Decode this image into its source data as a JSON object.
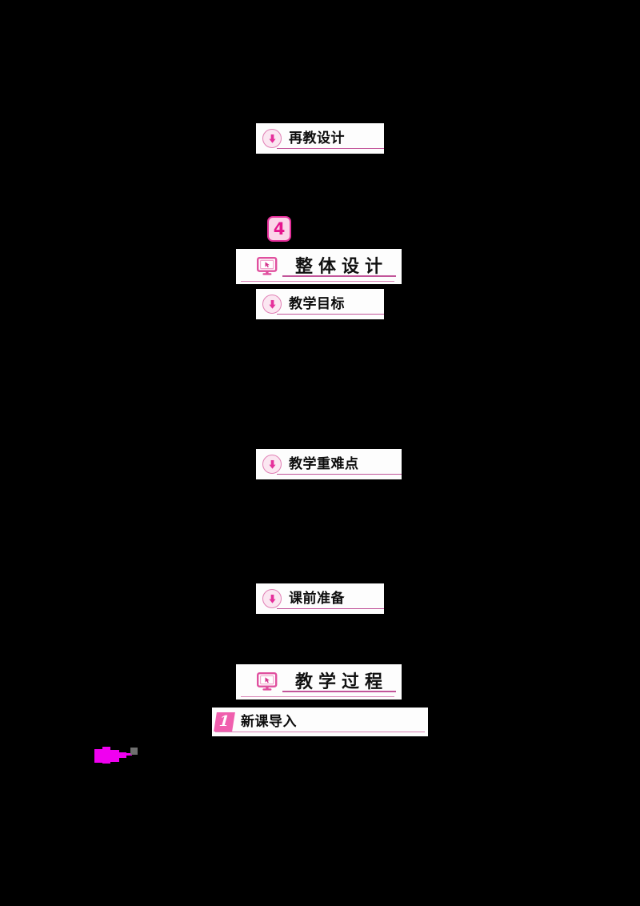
{
  "document": {
    "background_color": "#000000",
    "panel_color": "#fdfdfd",
    "accent_color": "#e5309b",
    "rule_color": "#c2559a"
  },
  "sections": {
    "reteach": {
      "label": "再教设计",
      "icon": "down-arrow-circle-icon"
    },
    "chapter_number": {
      "value": "4"
    },
    "overall_design": {
      "label": "整体设计",
      "icon": "monitor-cursor-icon"
    },
    "teaching_goals": {
      "label": "教学目标",
      "icon": "down-arrow-circle-icon"
    },
    "key_difficulties": {
      "label": "教学重难点",
      "icon": "down-arrow-circle-icon"
    },
    "pre_class_prep": {
      "label": "课前准备",
      "icon": "down-arrow-circle-icon"
    },
    "teaching_process": {
      "label": "教学过程",
      "icon": "monitor-cursor-icon"
    },
    "step_one": {
      "number": "1",
      "label": "新课导入",
      "icon": "step-number-badge"
    }
  }
}
